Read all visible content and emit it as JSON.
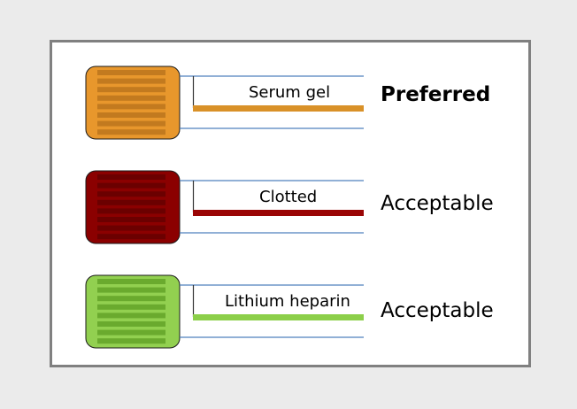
{
  "tubes": [
    {
      "label": "Serum gel",
      "status": "Preferred",
      "status_bold": true,
      "cap_color": "#e8972c",
      "stripe_color": "#c27a1f",
      "bar_color": "#d99128"
    },
    {
      "label": "Clotted",
      "status": "Acceptable",
      "status_bold": false,
      "cap_color": "#8b0000",
      "stripe_color": "#6b0000",
      "bar_color": "#9a0505"
    },
    {
      "label": "Lithium heparin",
      "status": "Acceptable",
      "status_bold": false,
      "cap_color": "#92d050",
      "stripe_color": "#6aaa2e",
      "bar_color": "#8ccf4a"
    }
  ],
  "line_color": "#4f81bd"
}
